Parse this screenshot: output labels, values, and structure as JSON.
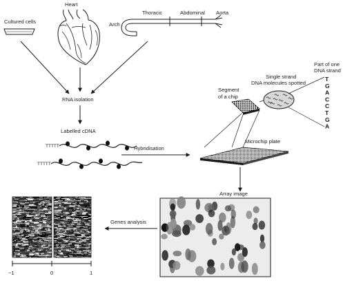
{
  "labels": {
    "cultured_cells": "Cultured cells",
    "heart": "Heart",
    "arch": "Arch",
    "thoracic": "Thoracic",
    "abdominal": "Abdominal",
    "aorta": "Aorta",
    "rna_isolation": "RNA isolation",
    "labelled_cdna": "Labelled cDNA",
    "hybridisation": "Hybridisation",
    "segment_line1": "Segment",
    "segment_line2": "of a chip",
    "single_strand_line1": "Single strand",
    "single_strand_line2": "DNA molecules spotted",
    "part_of_one_line1": "Part of one",
    "part_of_one_line2": "DNA strand",
    "microchip_plate": "Microchip plate",
    "array_image": "Array image",
    "genes_analysis": "Genes analysis"
  },
  "dna_sequence": [
    "T",
    "G",
    "A",
    "C",
    "C",
    "T",
    "G",
    "A"
  ],
  "color_scale": {
    "ticks": [
      "−1",
      "0",
      "1"
    ]
  },
  "colors": {
    "ink": "#1a1a1a",
    "background": "#ffffff",
    "array_background": "#e9e9e9"
  }
}
